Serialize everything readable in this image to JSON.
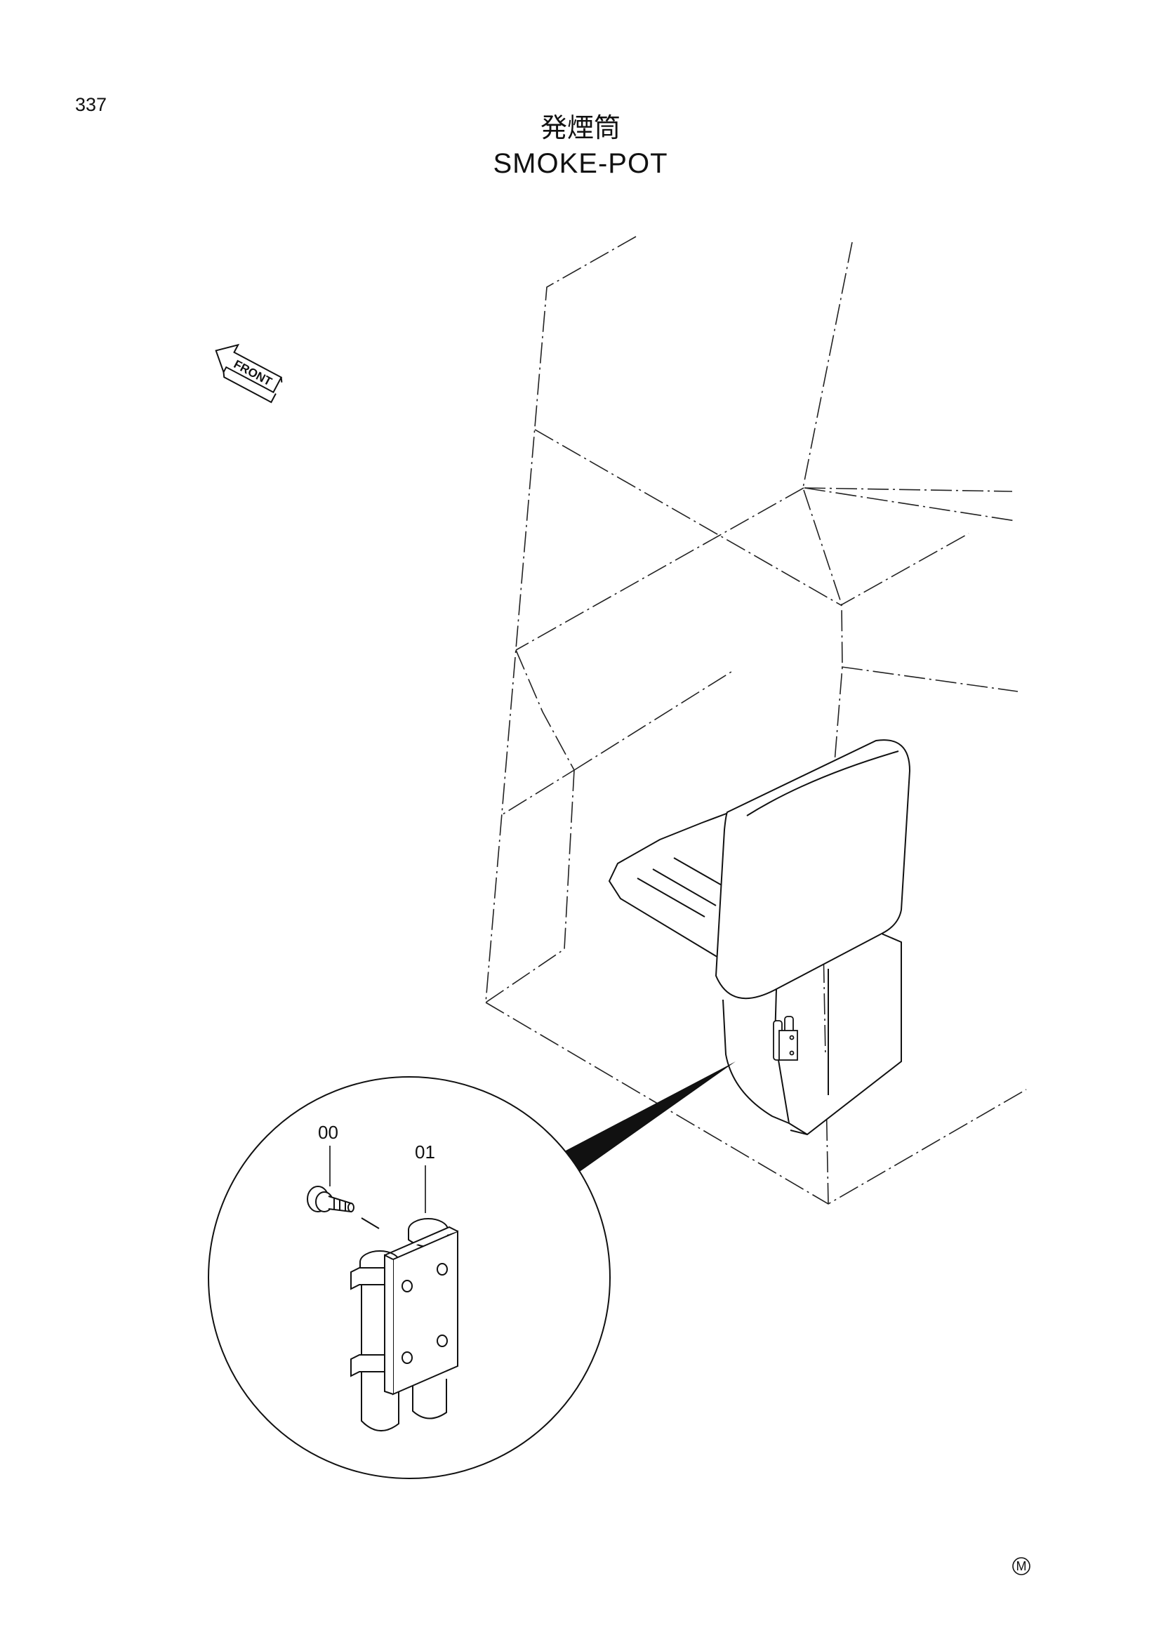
{
  "page": {
    "number": "337"
  },
  "title": {
    "japanese": "発煙筒",
    "english": "SMOKE-POT"
  },
  "callouts": {
    "bolt": "00",
    "smoke_pot": "01"
  },
  "orientation": {
    "label": "FRONT"
  },
  "footer": {
    "mark": "M"
  }
}
